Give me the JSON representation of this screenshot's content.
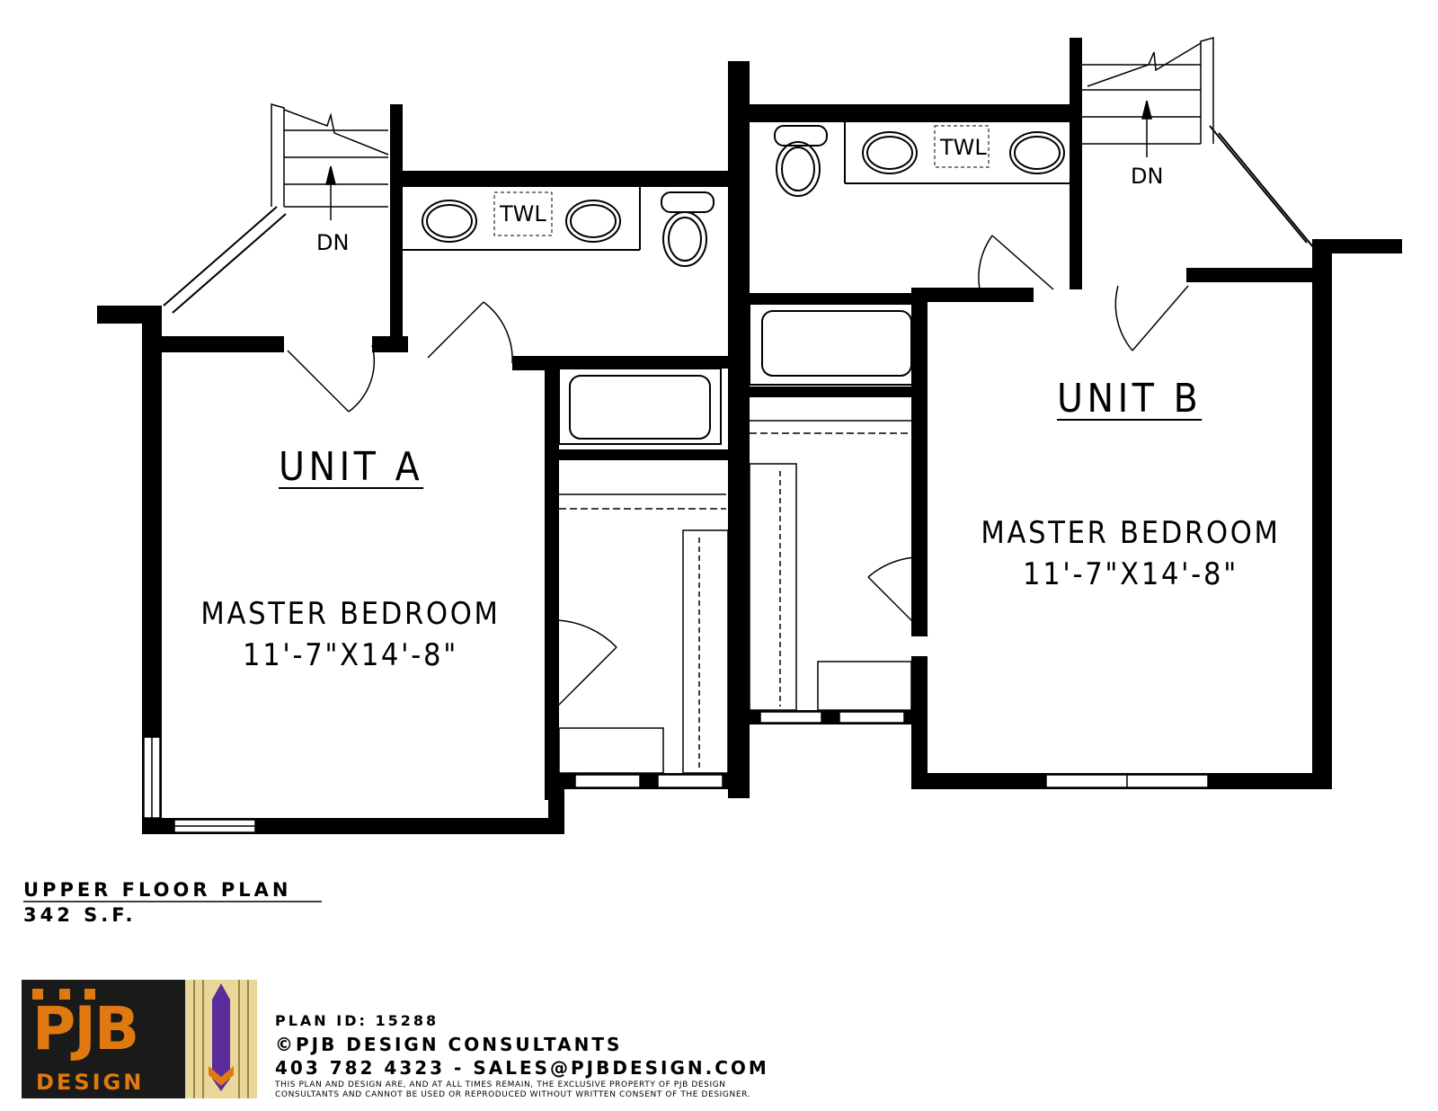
{
  "units": {
    "a": {
      "title": "UNIT A",
      "room": "MASTER BEDROOM",
      "size": "11'-7\"X14'-8\""
    },
    "b": {
      "title": "UNIT B",
      "room": "MASTER BEDROOM",
      "size": "11'-7\"X14'-8\""
    }
  },
  "fixtures": {
    "towel_a": "TWL",
    "towel_b": "TWL",
    "stair_a": "DN",
    "stair_b": "DN"
  },
  "plan": {
    "title": "UPPER FLOOR PLAN",
    "area": "342 S.F."
  },
  "footer": {
    "logo_letters": "PJB",
    "logo_word": "DESIGN",
    "plan_id": "PLAN ID: 15288",
    "company": "©PJB DESIGN CONSULTANTS",
    "contact": "403 782 4323 - SALES@PJBDESIGN.COM",
    "legal_1": "THIS PLAN AND DESIGN ARE, AND AT ALL TIMES REMAIN, THE EXCLUSIVE PROPERTY OF PJB DESIGN",
    "legal_2": "CONSULTANTS AND CANNOT BE USED OR REPRODUCED WITHOUT WRITTEN CONSENT OF THE DESIGNER."
  },
  "colors": {
    "wall": "#000000",
    "logo_orange": "#e07a10",
    "logo_purple": "#5a2d9a",
    "logo_tan": "#e8d79a",
    "logo_dark": "#1a1a1a"
  }
}
